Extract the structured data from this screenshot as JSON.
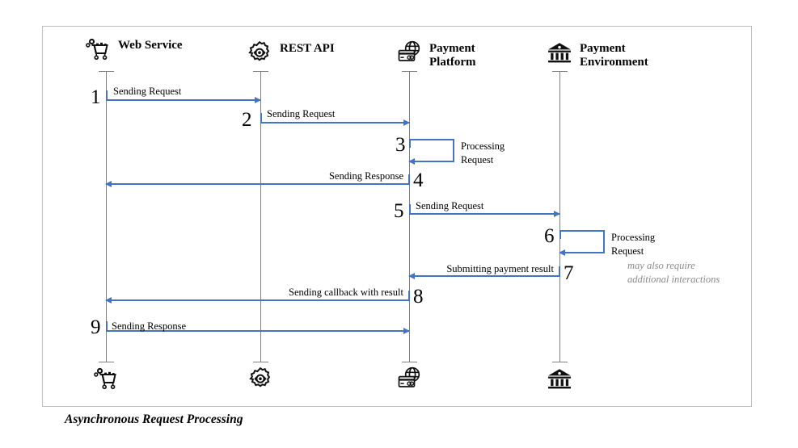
{
  "diagram": {
    "caption": "Asynchronous Request Processing",
    "accent_color": "#4472C4",
    "lifeline_color": "#808080",
    "frame_color": "#bfbfbf",
    "note_color": "#8a8a8a",
    "actors": [
      {
        "name": "Web Service",
        "icon": "shopping-cart-gears-icon"
      },
      {
        "name": "REST API",
        "icon": "gear-api-icon"
      },
      {
        "name": "Payment\nPlatform",
        "icon": "credit-card-globe-icon"
      },
      {
        "name": "Payment\nEnvironment",
        "icon": "bank-icon"
      }
    ],
    "messages": [
      {
        "num": "1",
        "label": "Sending Request",
        "from": "Web Service",
        "to": "REST API",
        "kind": "call"
      },
      {
        "num": "2",
        "label": "Sending Request",
        "from": "REST API",
        "to": "Payment Platform",
        "kind": "call"
      },
      {
        "num": "3",
        "label": "Processing\nRequest",
        "from": "Payment Platform",
        "to": "Payment Platform",
        "kind": "self"
      },
      {
        "num": "4",
        "label": "Sending Response",
        "from": "Payment Platform",
        "to": "Web Service",
        "kind": "return"
      },
      {
        "num": "5",
        "label": "Sending Request",
        "from": "Payment Platform",
        "to": "Payment Environment",
        "kind": "call"
      },
      {
        "num": "6",
        "label": "Processing\nRequest",
        "from": "Payment Environment",
        "to": "Payment Environment",
        "kind": "self"
      },
      {
        "num": "7",
        "label": "Submitting payment result",
        "from": "Payment Environment",
        "to": "Payment Platform",
        "kind": "return"
      },
      {
        "num": "8",
        "label": "Sending callback with result",
        "from": "Payment Platform",
        "to": "Web Service",
        "kind": "return"
      },
      {
        "num": "9",
        "label": "Sending Response",
        "from": "Web Service",
        "to": "Payment Platform",
        "kind": "call"
      }
    ],
    "notes": [
      {
        "text": "may also require\nadditional interactions"
      }
    ]
  }
}
